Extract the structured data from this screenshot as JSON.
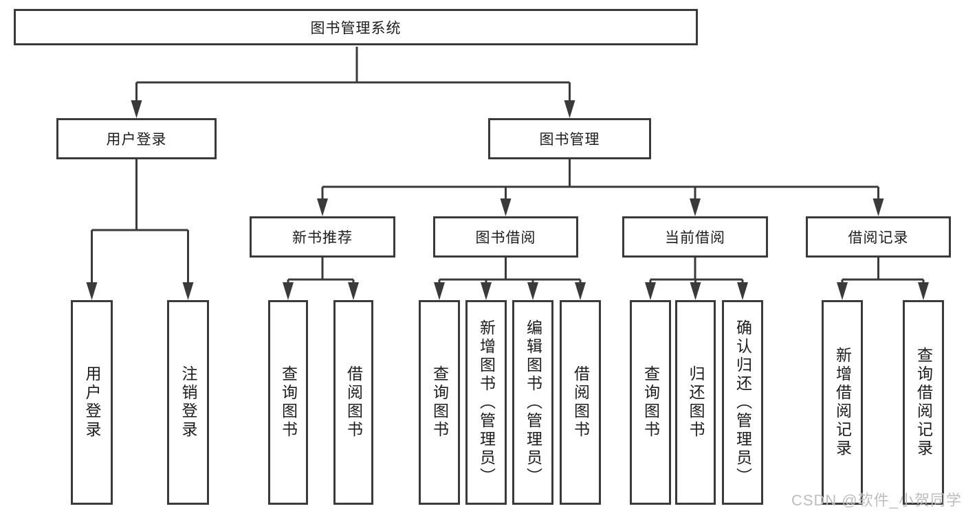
{
  "diagram": {
    "root": {
      "label": "图书管理系统"
    },
    "level2": [
      {
        "label": "用户登录"
      },
      {
        "label": "图书管理"
      }
    ],
    "level3": [
      {
        "label": "新书推荐"
      },
      {
        "label": "图书借阅"
      },
      {
        "label": "当前借阅"
      },
      {
        "label": "借阅记录"
      }
    ],
    "leaves": {
      "user_login": [
        "用户登录",
        "注销登录"
      ],
      "new_book_recommend": [
        "查询图书",
        "借阅图书"
      ],
      "book_borrow": [
        "查询图书",
        "新增图书（管理员）",
        "编辑图书（管理员）",
        "借阅图书"
      ],
      "current_borrow": [
        "查询图书",
        "归还图书",
        "确认归还（管理员）"
      ],
      "borrow_records": [
        "新增借阅记录",
        "查询借阅记录"
      ]
    }
  },
  "watermark": "CSDN @软件_小贺同学",
  "colors": {
    "line": "#3a3a3a",
    "text": "#1c1c1c",
    "background": "#ffffff",
    "watermark": "#bdbdbd"
  }
}
